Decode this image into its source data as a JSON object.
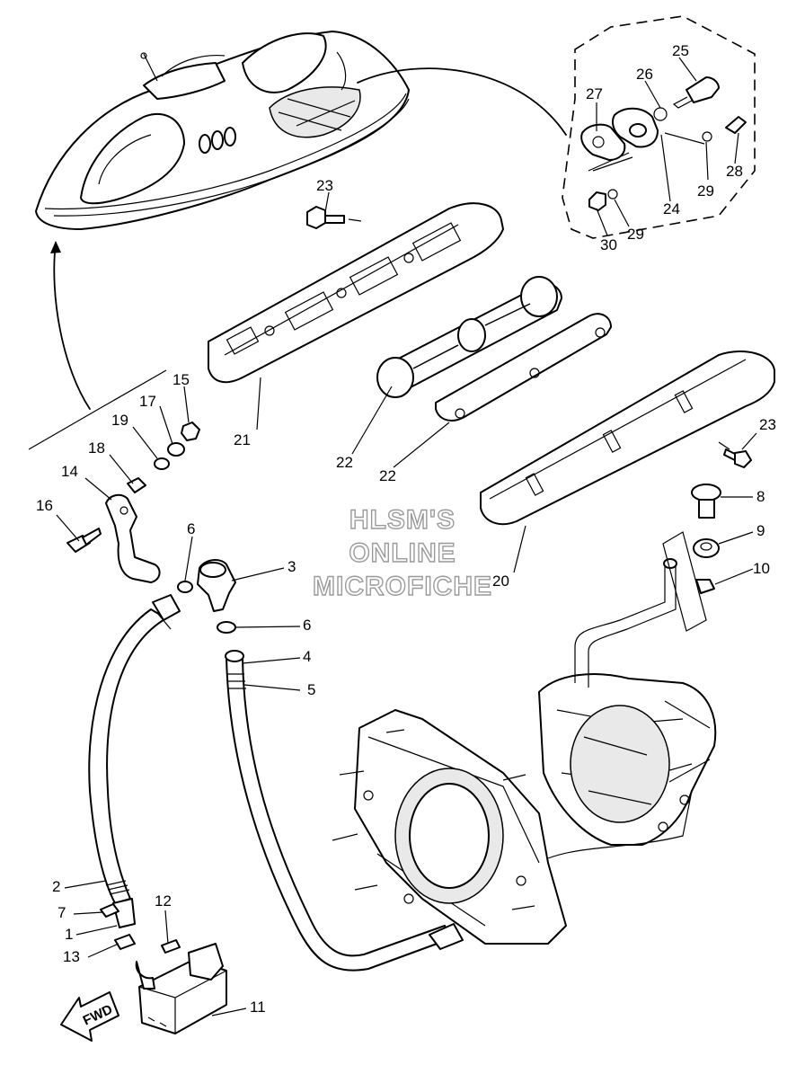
{
  "watermark": {
    "line1": "HLSM'S",
    "line2": "ONLINE",
    "line3": "MICROFICHE"
  },
  "direction_label": "FWD",
  "callouts": {
    "c1": "1",
    "c2": "2",
    "c3": "3",
    "c4": "4",
    "c5": "5",
    "c6a": "6",
    "c6b": "6",
    "c7": "7",
    "c8": "8",
    "c9": "9",
    "c10": "10",
    "c11": "11",
    "c12": "12",
    "c13": "13",
    "c14": "14",
    "c15": "15",
    "c16": "16",
    "c17": "17",
    "c18": "18",
    "c19": "19",
    "c20": "20",
    "c21": "21",
    "c22a": "22",
    "c22b": "22",
    "c23a": "23",
    "c23b": "23",
    "c24": "24",
    "c25": "25",
    "c26": "26",
    "c27": "27",
    "c28": "28",
    "c29a": "29",
    "c29b": "29",
    "c30": "30"
  }
}
